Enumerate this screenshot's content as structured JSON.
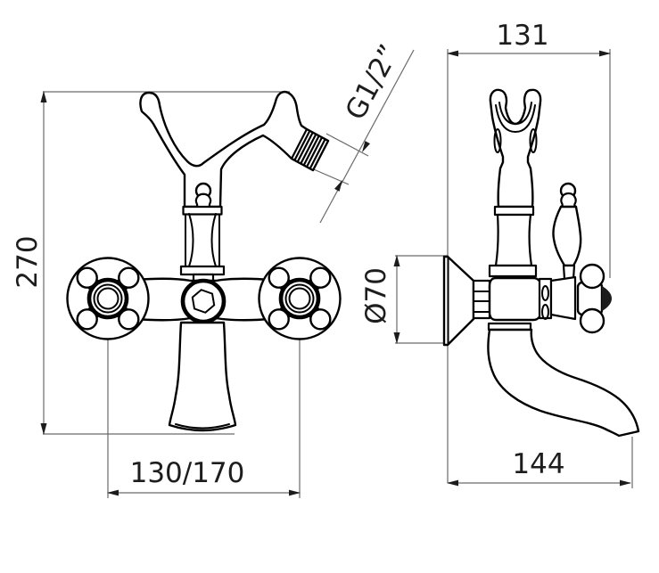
{
  "drawing": {
    "background": "#ffffff",
    "outline_color": "#000000",
    "dimension_line_color": "#6a6a6a",
    "dimension_text_color": "#1d1d1d",
    "dimensions": {
      "overall_height": "270",
      "inlet_center_distance": "130/170",
      "thread_size": "G1/2”",
      "top_depth": "131",
      "flange_diameter": "Ø70",
      "spout_reach": "144"
    }
  }
}
